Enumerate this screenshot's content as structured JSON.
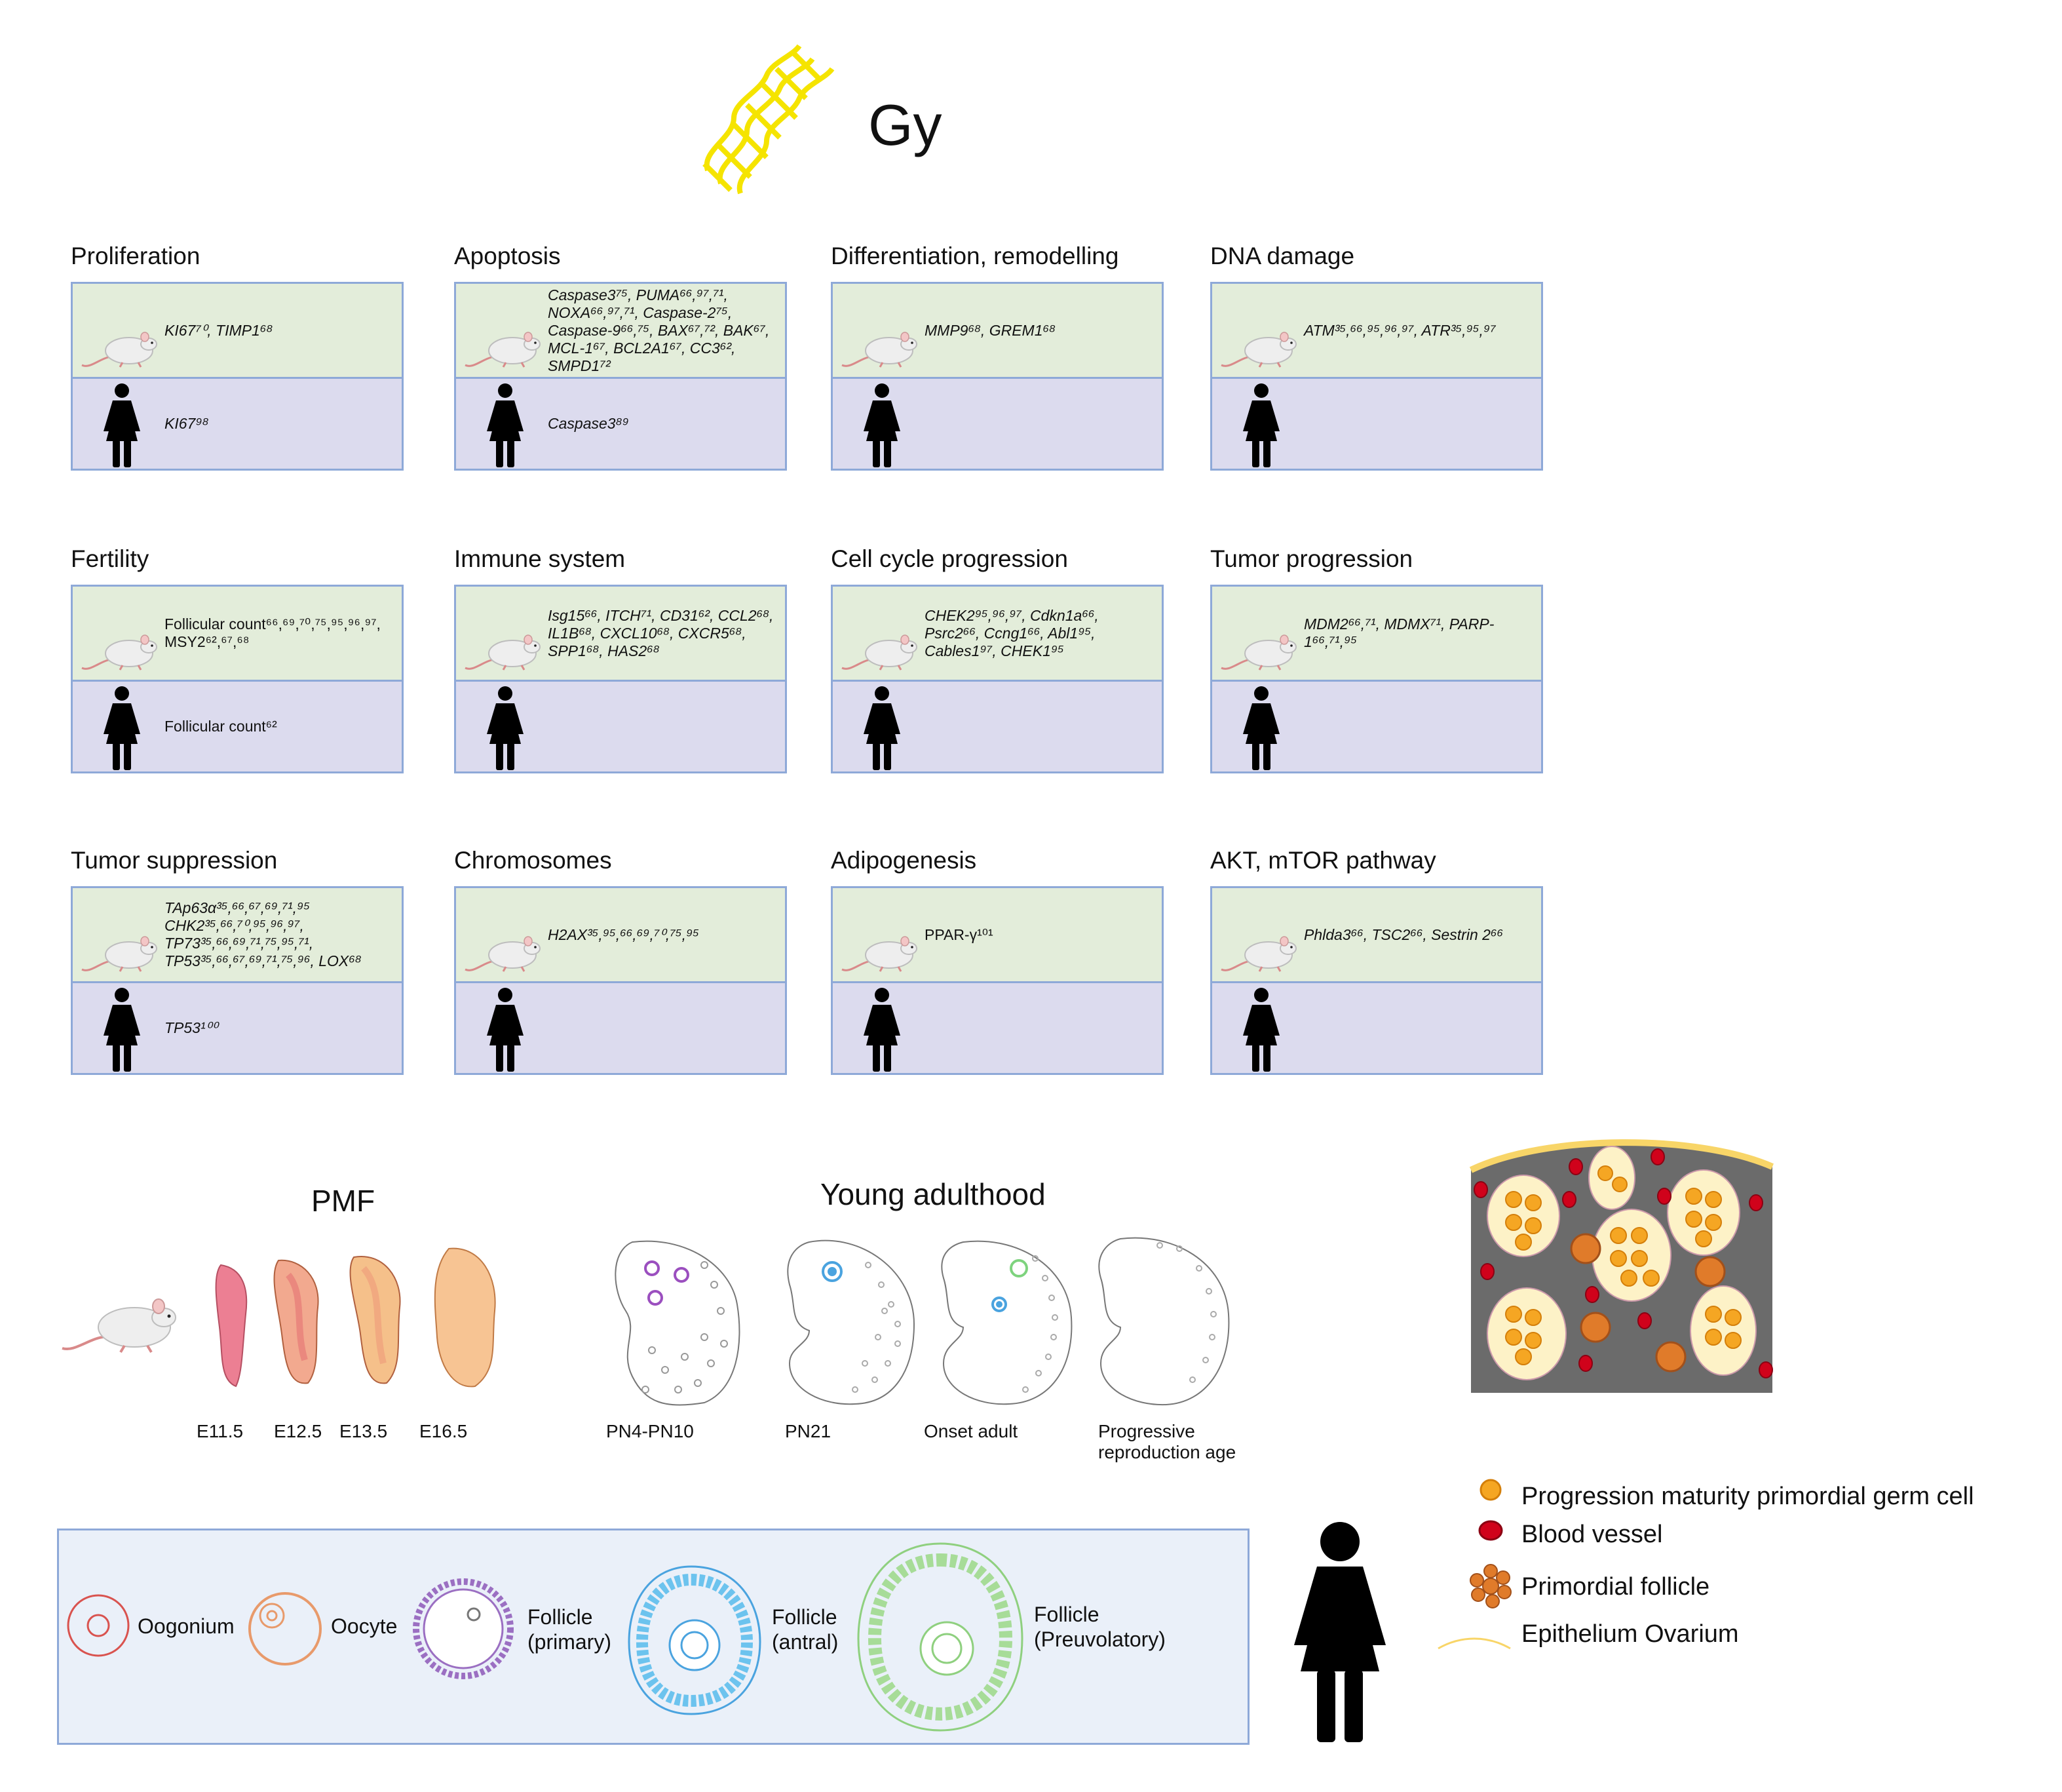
{
  "header": {
    "unit": "Gy"
  },
  "panels": [
    {
      "title": "Proliferation",
      "mouse": "KI67⁷⁰, TIMP1⁶⁸",
      "human": "KI67⁹⁸"
    },
    {
      "title": "Apoptosis",
      "mouse": "Caspase3⁷⁵, PUMA⁶⁶,⁹⁷,⁷¹, NOXA⁶⁶,⁹⁷,⁷¹, Caspase-2⁷⁵, Caspase-9⁶⁶,⁷⁵, BAX⁶⁷,⁷², BAK⁶⁷, MCL-1⁶⁷, BCL2A1⁶⁷, CC3⁶², SMPD1⁷²",
      "human": "Caspase3⁸⁹"
    },
    {
      "title": "Differentiation, remodelling",
      "mouse": "MMP9⁶⁸, GREM1⁶⁸",
      "human": ""
    },
    {
      "title": "DNA damage",
      "mouse": "ATM³⁵,⁶⁶,⁹⁵,⁹⁶,⁹⁷, ATR³⁵,⁹⁵,⁹⁷",
      "human": ""
    },
    {
      "title": "Fertility",
      "mouse": "Follicular count⁶⁶,⁶⁹,⁷⁰,⁷⁵,⁹⁵,⁹⁶,⁹⁷, MSY2⁶²,⁶⁷,⁶⁸",
      "human": "Follicular count⁶²"
    },
    {
      "title": "Immune system",
      "mouse": "Isg15⁶⁶, ITCH⁷¹, CD31⁶², CCL2⁶⁸, IL1B⁶⁸, CXCL10⁶⁸, CXCR5⁶⁸, SPP1⁶⁸, HAS2⁶⁸",
      "human": ""
    },
    {
      "title": "Cell cycle progression",
      "mouse": "CHEK2⁹⁵,⁹⁶,⁹⁷, Cdkn1a⁶⁶, Psrc2⁶⁶, Ccng1⁶⁶, Abl1⁹⁵, Cables1⁹⁷, CHEK1⁹⁵",
      "human": ""
    },
    {
      "title": "Tumor progression",
      "mouse": "MDM2⁶⁶,⁷¹, MDMX⁷¹, PARP-1⁶⁶,⁷¹,⁹⁵",
      "human": ""
    },
    {
      "title": "Tumor suppression",
      "mouse": "TAp63α³⁵,⁶⁶,⁶⁷,⁶⁹,⁷¹,⁹⁵ CHK2³⁵,⁶⁶,⁷⁰,⁹⁵,⁹⁶,⁹⁷, TP73³⁵,⁶⁶,⁶⁹,⁷¹,⁷⁵,⁹⁵,⁷¹, TP53³⁵,⁶⁶,⁶⁷,⁶⁹,⁷¹,⁷⁵,⁹⁶, LOX⁶⁸",
      "human": "TP53¹⁰⁰"
    },
    {
      "title": "Chromosomes",
      "mouse": "H2AX³⁵,⁹⁵,⁶⁶,⁶⁹,⁷⁰,⁷⁵,⁹⁵",
      "human": ""
    },
    {
      "title": "Adipogenesis",
      "mouse": "PPAR-γ¹⁰¹",
      "human": ""
    },
    {
      "title": "AKT, mTOR pathway",
      "mouse": "Phlda3⁶⁶, TSC2⁶⁶, Sestrin 2⁶⁶",
      "human": ""
    }
  ],
  "pmf": {
    "title": "PMF",
    "stages": [
      "E11.5",
      "E12.5",
      "E13.5",
      "E16.5"
    ]
  },
  "young": {
    "title": "Young adulthood",
    "stages": [
      "PN4-PN10",
      "PN21",
      "Onset adult",
      "Progressive reproduction age"
    ]
  },
  "key": {
    "items": [
      "Oogonium",
      "Oocyte",
      "Follicle (primary)",
      "Follicle (antral)",
      "Follicle (Preuvolatory)"
    ]
  },
  "ovary_legend": [
    {
      "label": "Progression maturity primordial germ cell",
      "color": "#f5a623"
    },
    {
      "label": "Blood vessel",
      "color": "#d0021b"
    },
    {
      "label": "Primordial follicle",
      "color": "#e07b2a"
    },
    {
      "label": "Epithelium Ovarium",
      "color": "#f8d568"
    }
  ],
  "colors": {
    "panel_border": "#8ea9d8",
    "mouse_bg": "#e3edda",
    "human_bg": "#dcdbee",
    "key_bg": "#eaf0f9",
    "radiation": "#f5e400",
    "ovary_stroma": "#6b6b6b"
  }
}
